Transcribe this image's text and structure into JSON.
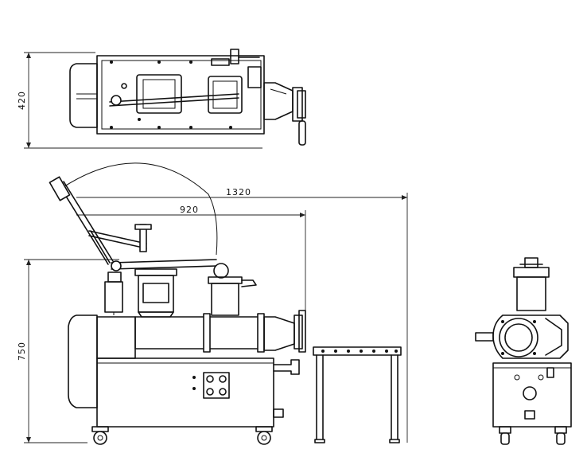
{
  "dimensions": {
    "top_view_depth": "420",
    "overall_length": "1320",
    "machine_length": "920",
    "height": "750"
  },
  "colors": {
    "line": "#111111",
    "background": "#ffffff"
  }
}
